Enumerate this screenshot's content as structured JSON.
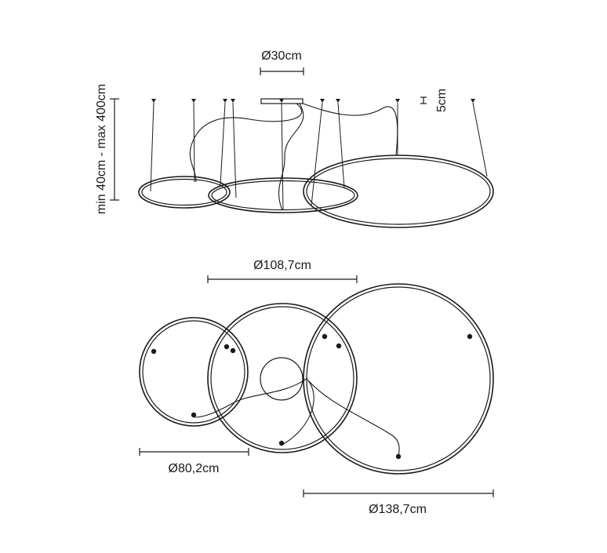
{
  "diagram": {
    "canopy_diameter": "Ø30cm",
    "canopy_height": "5cm",
    "suspension_range": "min 40cm - max 400cm",
    "ring_medium_diameter": "Ø108,7cm",
    "ring_small_diameter": "Ø80,2cm",
    "ring_large_diameter": "Ø138,7cm"
  }
}
